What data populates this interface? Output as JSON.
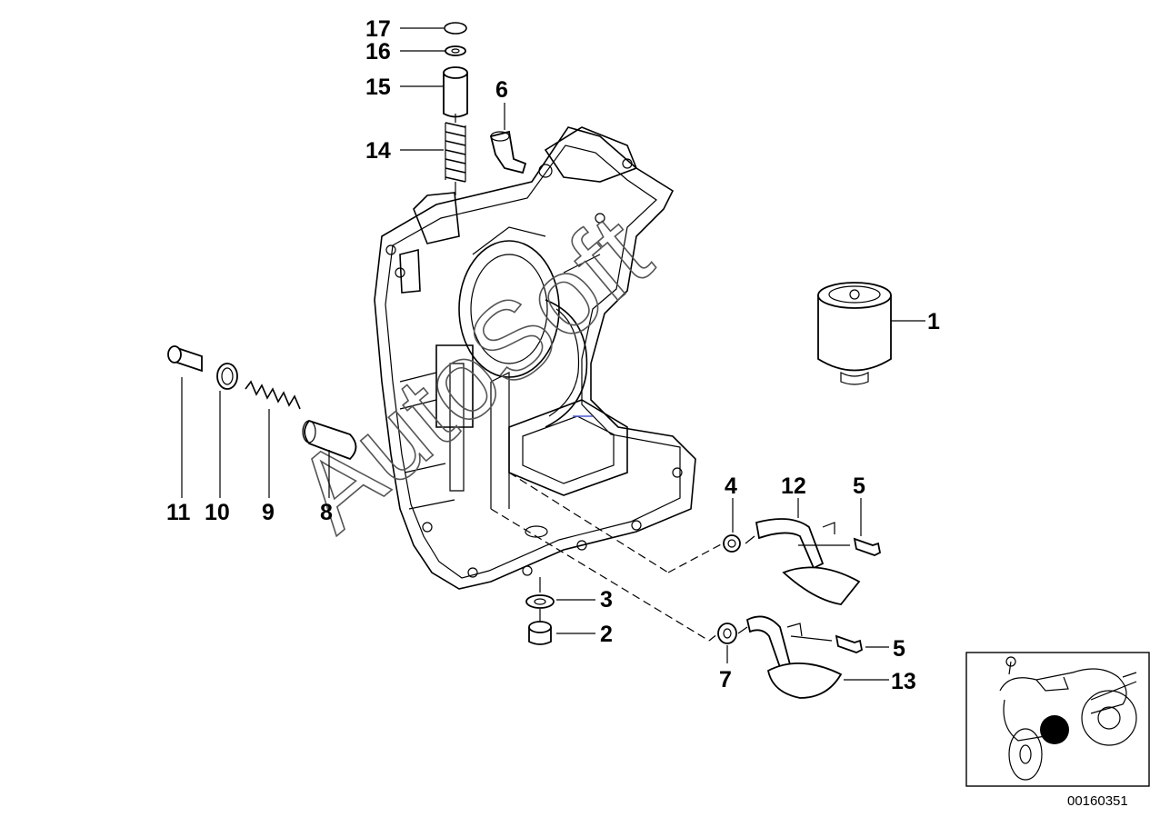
{
  "diagram": {
    "callouts": [
      {
        "id": "c1",
        "label": "1"
      },
      {
        "id": "c2",
        "label": "2"
      },
      {
        "id": "c3",
        "label": "3"
      },
      {
        "id": "c4",
        "label": "4"
      },
      {
        "id": "c5a",
        "label": "5"
      },
      {
        "id": "c5b",
        "label": "5"
      },
      {
        "id": "c6",
        "label": "6"
      },
      {
        "id": "c7",
        "label": "7"
      },
      {
        "id": "c8",
        "label": "8"
      },
      {
        "id": "c9",
        "label": "9"
      },
      {
        "id": "c10",
        "label": "10"
      },
      {
        "id": "c11",
        "label": "11"
      },
      {
        "id": "c12",
        "label": "12"
      },
      {
        "id": "c13",
        "label": "13"
      },
      {
        "id": "c14",
        "label": "14"
      },
      {
        "id": "c15",
        "label": "15"
      },
      {
        "id": "c16",
        "label": "16"
      },
      {
        "id": "c17",
        "label": "17"
      }
    ],
    "watermark": "AutoSoft",
    "diagram_code": "00160351"
  }
}
